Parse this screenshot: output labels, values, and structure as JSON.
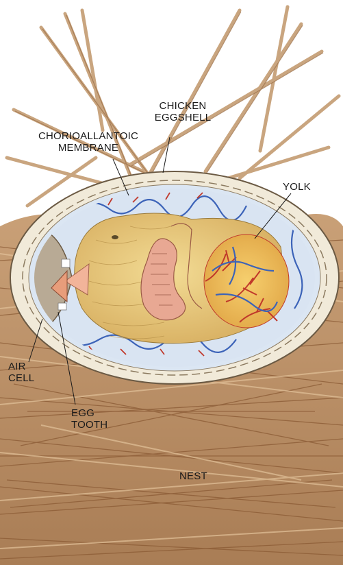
{
  "labels": {
    "eggshell": [
      "CHICKEN",
      "EGGSHELL"
    ],
    "membrane": [
      "CHORIOALLANTOIC",
      "MEMBRANE"
    ],
    "yolk": "YOLK",
    "air_cell": [
      "AIR",
      "CELL"
    ],
    "egg_tooth": [
      "EGG",
      "TOOTH"
    ],
    "nest": "NEST"
  },
  "colors": {
    "straw": "#c49a6c",
    "straw_dark": "#8a5a34",
    "shell": "#efe7d6",
    "vessel_blue": "#3c63b8",
    "vessel_red": "#c0392b",
    "chick": "#e8c878",
    "yolk_fill": "#f0c060"
  }
}
